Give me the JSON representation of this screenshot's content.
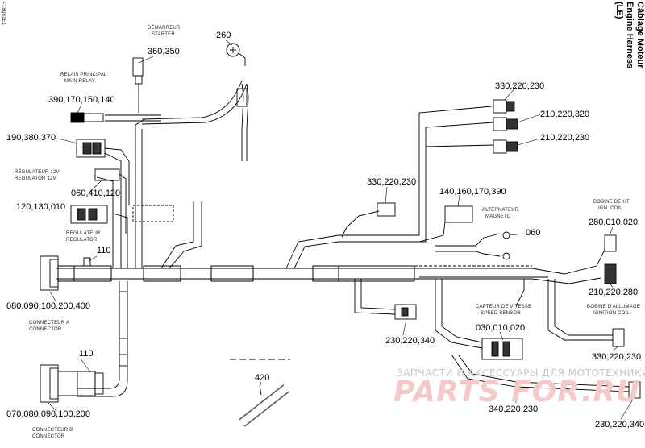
{
  "title": {
    "line1": "Câblage Moteur",
    "line2": "Engine Harness",
    "line3": "(LE)"
  },
  "doc_id": "F18Q61E1",
  "parts": {
    "p260": "260",
    "p360": "360,350",
    "p390": "390,170,150,140",
    "p190": "190,380,370",
    "p060a": "060,410,120",
    "p120": "120,130,010",
    "p110a": "110",
    "p080": "080,090,100,200,400",
    "p110b": "110",
    "p070": "070,080,090,100,200",
    "p420": "420",
    "p330a": "330,220,230",
    "p210a": "210,220,320",
    "p210b": "210,220,230",
    "p330b": "330,220,230",
    "p140": "140,160,170,390",
    "p060b": "060",
    "p280": "280,010,020",
    "p210c": "210,220,280",
    "p230a": "230,220,340",
    "p030": "030,010,020",
    "p330c": "330,220,230",
    "p340": "340,220,230",
    "p230b": "230,220,340"
  },
  "captions": {
    "demarreur": [
      "DÉMARREUR",
      "STARTER"
    ],
    "relais": [
      "RELAIS PRINCIPAL",
      "MAIN RELAY"
    ],
    "regulateur12": [
      "RÉGULATEUR 12V",
      "REGULATOR 12V"
    ],
    "regulateur": [
      "RÉGULATEUR",
      "REGULATOR"
    ],
    "connecteur_a": [
      "CONNECTEUR A",
      "CONNECTOR"
    ],
    "connecteur_b": [
      "CONNECTEUR B",
      "CONNECTOR"
    ],
    "alternateur": [
      "ALTERNATEUR",
      "MAGNETO"
    ],
    "bobine_hte": [
      "BOBINE DE HT",
      "IGN. COIL"
    ],
    "capteur_vitesse": [
      "CAPTEUR DE VITESSE",
      "SPEED SENSOR"
    ],
    "bobine_allumage": [
      "BOBINE D'ALLUMAGE",
      "IGNITION COIL"
    ]
  },
  "watermark": {
    "line1": "ЗАПЧАСТИ И АКСЕССУАРЫ ДЛЯ МОТОТЕХНИКИ",
    "line2": "PARTS FOR.RU"
  }
}
